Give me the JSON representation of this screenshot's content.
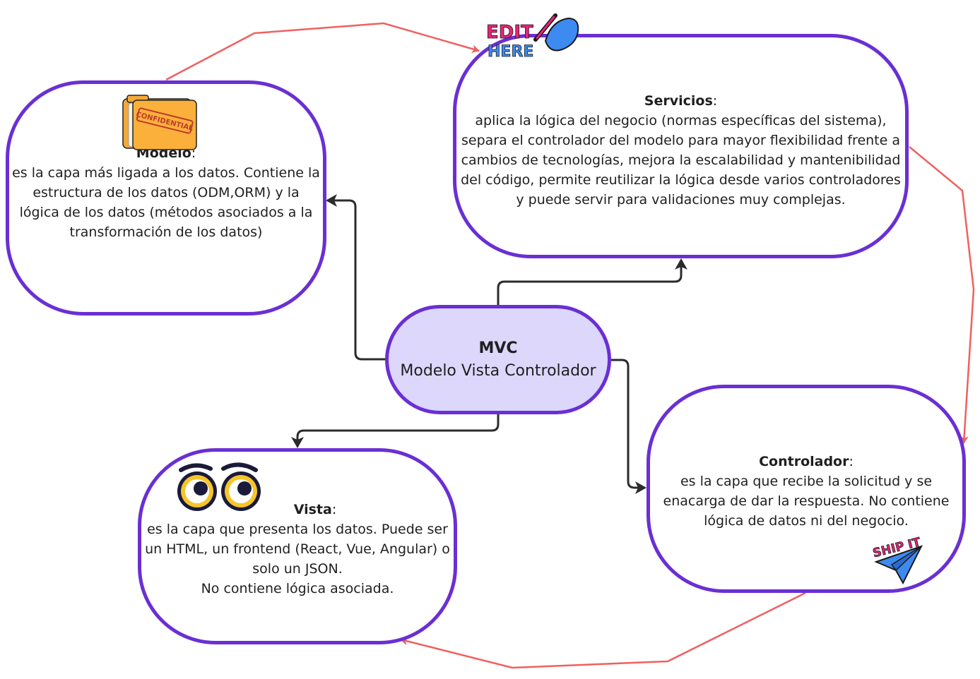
{
  "colors": {
    "node_border": "#6a2fd4",
    "center_fill": "#dcd7fb",
    "cycle_arrow": "#f06060",
    "hub_arrow": "#2b2b2b"
  },
  "center": {
    "title": "MVC",
    "subtitle": "Modelo Vista Controlador"
  },
  "modelo": {
    "title": "Modelo",
    "colon": ":",
    "lines": [
      "es la capa más ligada a los datos. Contiene la",
      "estructura de los datos (ODM,ORM) y la",
      "lógica de los datos (métodos asociados a la",
      "transformación de los datos)"
    ],
    "sticker": "confidential-folder-icon",
    "sticker_text": "CONFIDENTIAL"
  },
  "servicios": {
    "title": "Servicios",
    "colon": ":",
    "lines": [
      "aplica la lógica del negocio (normas específicas del sistema),",
      "separa el controlador del modelo para mayor flexibilidad frente a",
      "cambios de tecnologías, mejora la escalabilidad y mantenibilidad",
      "del código, permite reutilizar la lógica desde varios controladores",
      "y puede servir para validaciones muy complejas."
    ],
    "sticker": "edit-here-hand-icon",
    "sticker_text_1": "EDIT",
    "sticker_text_2": "HERE"
  },
  "controlador": {
    "title": "Controlador",
    "colon": ":",
    "lines": [
      "es la capa que recibe la solicitud y se",
      "enacarga de dar la respuesta. No contiene",
      "lógica de datos ni del negocio."
    ],
    "sticker": "ship-it-paper-plane-icon",
    "sticker_text": "SHIP IT"
  },
  "vista": {
    "title": "Vista",
    "colon": ":",
    "lines": [
      "es la capa que presenta los datos. Puede ser",
      "un HTML, un frontend (React, Vue, Angular) o",
      "solo un JSON.",
      "No contiene lógica asociada."
    ],
    "sticker": "cartoon-eyes-icon"
  }
}
